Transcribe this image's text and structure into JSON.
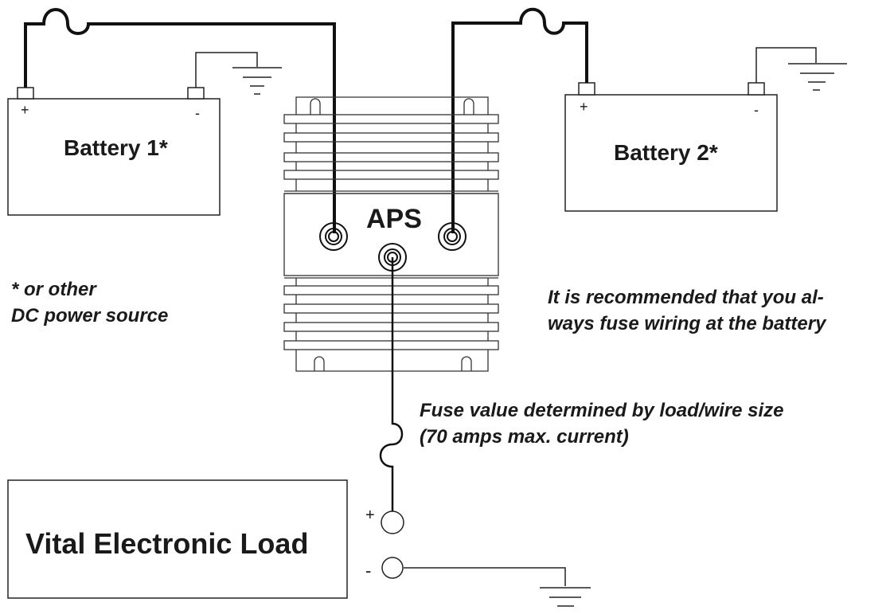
{
  "battery1": {
    "label": "Battery 1*",
    "plus": "+",
    "minus": "-"
  },
  "battery2": {
    "label": "Battery 2*",
    "plus": "+",
    "minus": "-"
  },
  "aps": {
    "label": "APS"
  },
  "load": {
    "label": "Vital Electronic Load",
    "plus": "+",
    "minus": "-"
  },
  "notes": {
    "other_source_line1": "* or other",
    "other_source_line2": "DC power source",
    "recommend_line1": "It is recommended that you al-",
    "recommend_line2": "ways fuse wiring at the battery",
    "fuse_line1": "Fuse value determined by load/wire size",
    "fuse_line2": "(70 amps max. current)"
  },
  "colors": {
    "wire": "#111111",
    "line": "#222222",
    "background": "#ffffff"
  }
}
